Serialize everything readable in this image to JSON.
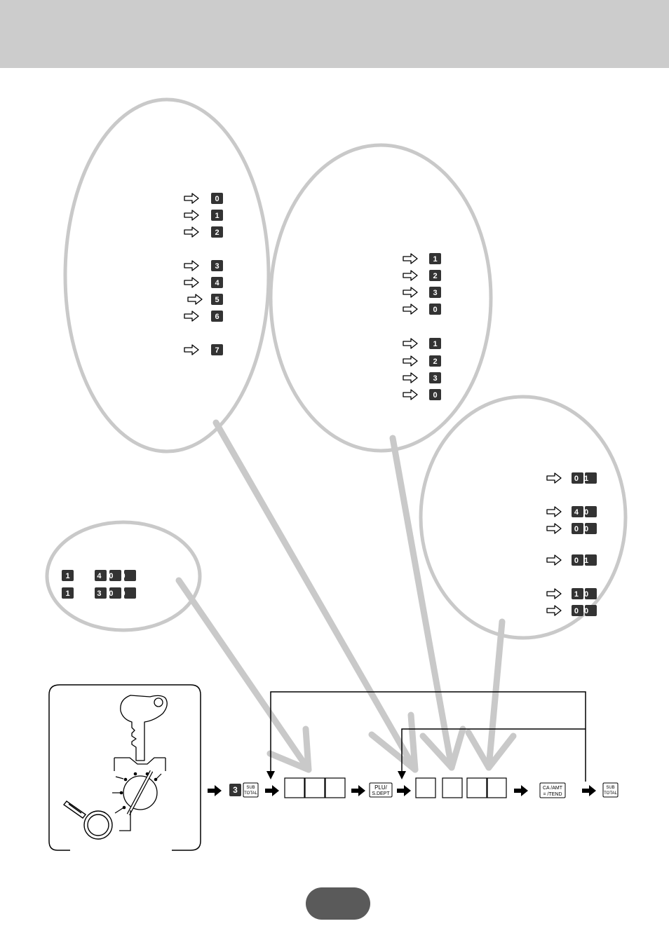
{
  "colors": {
    "header": "#cccccc",
    "bubble_outline": "#c9c9c9",
    "arrow_gray": "#c9c9c9",
    "key_fill": "#333333",
    "key_text": "#ffffff",
    "badge": "#5a5a5a",
    "line": "#000000"
  },
  "bubble1": {
    "keys": [
      "0",
      "1",
      "2",
      "3",
      "4",
      "5",
      "6",
      "7"
    ]
  },
  "bubble2": {
    "keys": [
      "1",
      "2",
      "3",
      "0",
      "1",
      "2",
      "3",
      "0"
    ]
  },
  "bubble3": {
    "keys": [
      "01",
      "40",
      "00",
      "01",
      "10",
      "00"
    ]
  },
  "bubble4": {
    "rows": [
      {
        "left": "1",
        "right": "400"
      },
      {
        "left": "1",
        "right": "300"
      }
    ]
  },
  "flow": {
    "start_key": "3",
    "subtotal_label": [
      "SUB",
      "TOTAL"
    ],
    "plu_label": [
      "PLU/",
      "S.DEPT"
    ],
    "ca_label": [
      "CA /AMT",
      "= /TEND"
    ],
    "end_subtotal_label": [
      "SUB",
      "TOTAL"
    ]
  },
  "icons": [
    "hollow-arrow-icon",
    "filled-arrow-icon",
    "key-icon",
    "mode-switch-icon",
    "magnifier-icon"
  ]
}
